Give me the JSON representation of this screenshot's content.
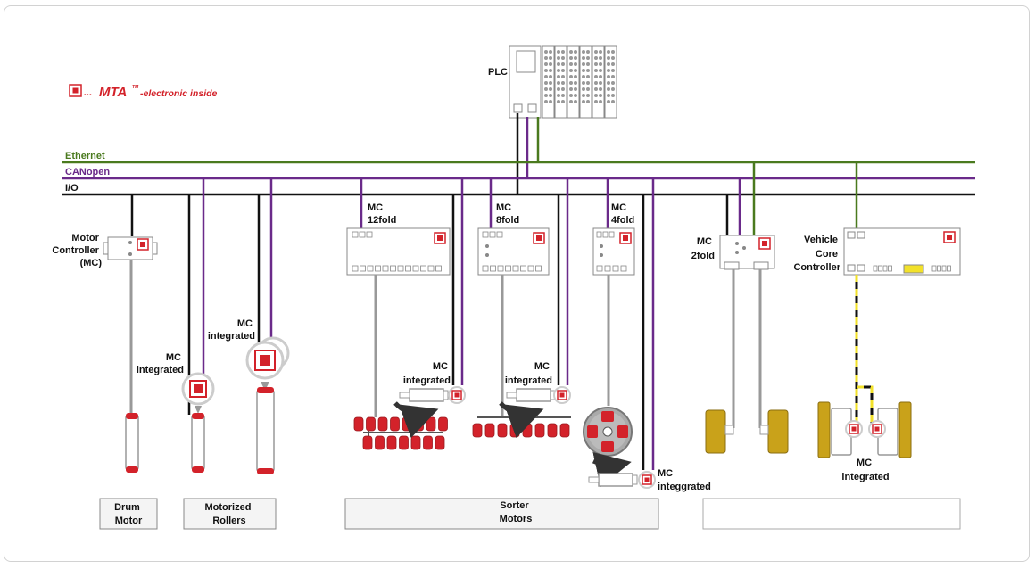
{
  "logo": {
    "dots": "...",
    "brand": "MTA",
    "tm": "TM",
    "tagline": "-electronic inside",
    "color": "#d3222a"
  },
  "plc": {
    "label": "PLC"
  },
  "buses": {
    "ethernet": {
      "label": "Ethernet",
      "color": "#4a7a1e"
    },
    "canopen": {
      "label": "CANopen",
      "color": "#6a2a8a"
    },
    "io": {
      "label": "I/O",
      "color": "#111111"
    }
  },
  "devices": {
    "motor_controller": [
      "Motor",
      "Controller",
      "(MC)"
    ],
    "mc_integrated_roller1": [
      "MC",
      "integrated"
    ],
    "mc_integrated_roller2": [
      "MC",
      "integrated"
    ],
    "mc_12fold": [
      "MC",
      "12fold"
    ],
    "mc_8fold": [
      "MC",
      "8fold"
    ],
    "mc_4fold": [
      "MC",
      "4fold"
    ],
    "mc_integrated_sorter1": [
      "MC",
      "integrated"
    ],
    "mc_integrated_sorter2": [
      "MC",
      "integrated"
    ],
    "mc_integrated_sorter3": [
      "MC",
      "integgrated"
    ],
    "mc_2fold": [
      "MC",
      "2fold"
    ],
    "vehicle_core_controller": [
      "Vehicle",
      "Core",
      "Controller"
    ],
    "mc_integrated_vehicle": [
      "MC",
      "integrated"
    ]
  },
  "categories": {
    "drum_motor": [
      "Drum",
      "Motor"
    ],
    "motorized_rollers": [
      "Motorized",
      "Rollers"
    ],
    "sorter_motors": [
      "Sorter",
      "Motors"
    ],
    "vehicles": []
  },
  "colors": {
    "accent": "#d3222a",
    "gold": "#c9a21a",
    "box_border": "#777777",
    "gray_line": "#999999",
    "yellow": "#f2e12a"
  }
}
